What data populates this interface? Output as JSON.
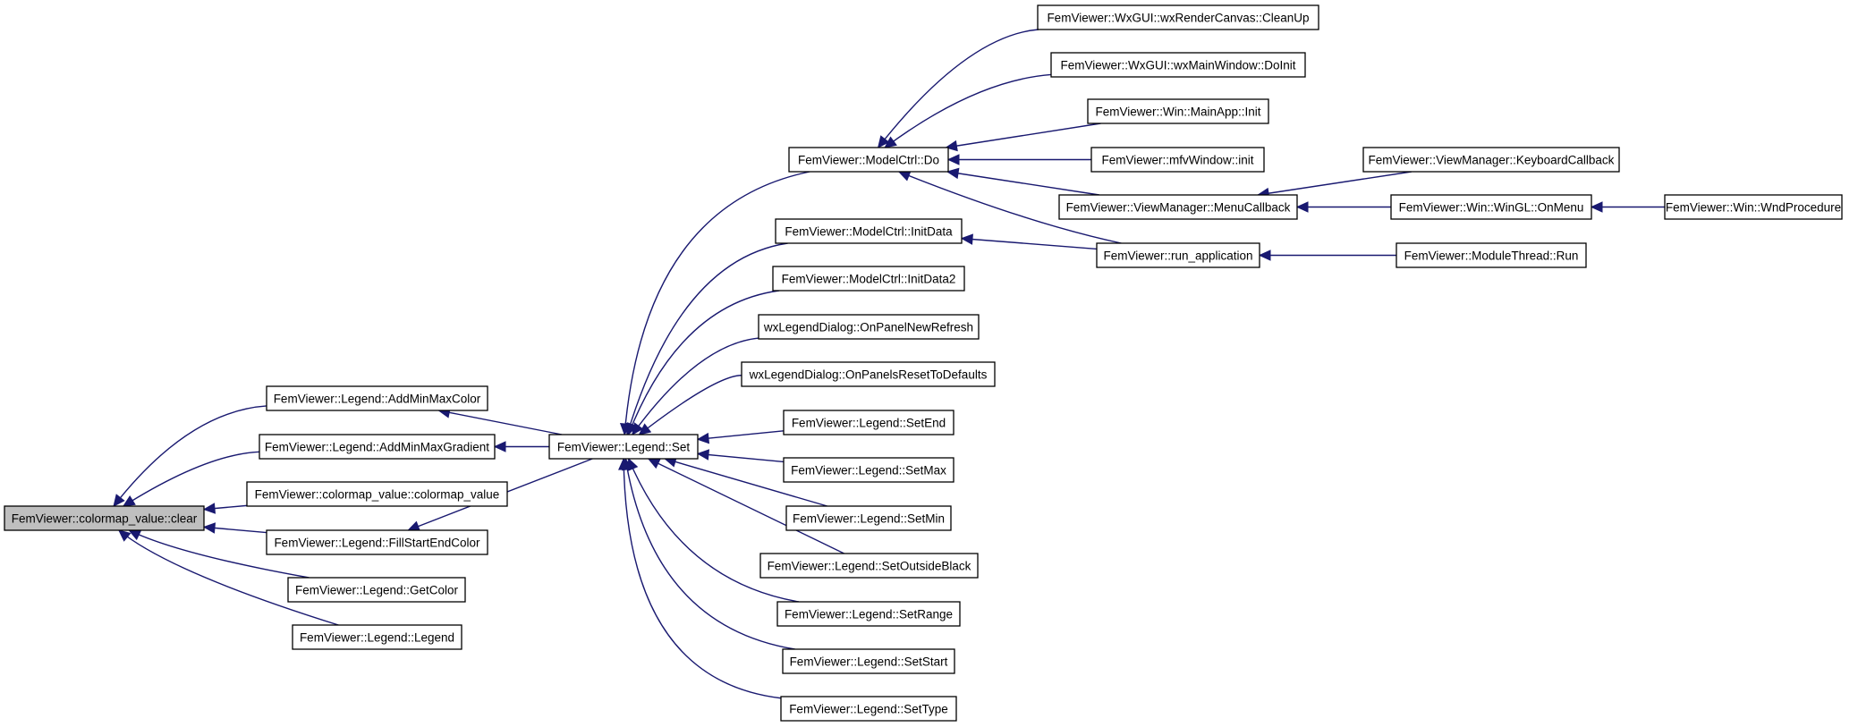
{
  "graph": {
    "colors": {
      "edge": "#191970",
      "node_border": "#000000",
      "node_fill": "#ffffff",
      "focus_fill": "#bfbfbf"
    },
    "nodes": [
      {
        "id": "clear",
        "label": "FemViewer::colormap_value::clear",
        "focus": true
      },
      {
        "id": "addminmaxcolor",
        "label": "FemViewer::Legend::AddMinMaxColor"
      },
      {
        "id": "addminmaxgradient",
        "label": "FemViewer::Legend::AddMinMaxGradient"
      },
      {
        "id": "colormap_value",
        "label": "FemViewer::colormap_value::colormap_value"
      },
      {
        "id": "fillstartendcolor",
        "label": "FemViewer::Legend::FillStartEndColor"
      },
      {
        "id": "getcolor",
        "label": "FemViewer::Legend::GetColor"
      },
      {
        "id": "legend",
        "label": "FemViewer::Legend::Legend"
      },
      {
        "id": "set",
        "label": "FemViewer::Legend::Set"
      },
      {
        "id": "modelctrl_do",
        "label": "FemViewer::ModelCtrl::Do"
      },
      {
        "id": "initdata",
        "label": "FemViewer::ModelCtrl::InitData"
      },
      {
        "id": "initdata2",
        "label": "FemViewer::ModelCtrl::InitData2"
      },
      {
        "id": "onpanelnewrefresh",
        "label": "wxLegendDialog::OnPanelNewRefresh"
      },
      {
        "id": "onpanelsreset",
        "label": "wxLegendDialog::OnPanelsResetToDefaults"
      },
      {
        "id": "setend",
        "label": "FemViewer::Legend::SetEnd"
      },
      {
        "id": "setmax",
        "label": "FemViewer::Legend::SetMax"
      },
      {
        "id": "setmin",
        "label": "FemViewer::Legend::SetMin"
      },
      {
        "id": "setoutsideblack",
        "label": "FemViewer::Legend::SetOutsideBlack"
      },
      {
        "id": "setrange",
        "label": "FemViewer::Legend::SetRange"
      },
      {
        "id": "setstart",
        "label": "FemViewer::Legend::SetStart"
      },
      {
        "id": "settype",
        "label": "FemViewer::Legend::SetType"
      },
      {
        "id": "cleanup",
        "label": "FemViewer::WxGUI::wxRenderCanvas::CleanUp"
      },
      {
        "id": "doinit",
        "label": "FemViewer::WxGUI::wxMainWindow::DoInit"
      },
      {
        "id": "mainapp_init",
        "label": "FemViewer::Win::MainApp::Init"
      },
      {
        "id": "mfvwindow_init",
        "label": "FemViewer::mfvWindow::init"
      },
      {
        "id": "menucallback",
        "label": "FemViewer::ViewManager::MenuCallback"
      },
      {
        "id": "run_application",
        "label": "FemViewer::run_application"
      },
      {
        "id": "keyboardcallback",
        "label": "FemViewer::ViewManager::KeyboardCallback"
      },
      {
        "id": "onmenu",
        "label": "FemViewer::Win::WinGL::OnMenu"
      },
      {
        "id": "wndprocedure",
        "label": "FemViewer::Win::WndProcedure"
      },
      {
        "id": "modulethread_run",
        "label": "FemViewer::ModuleThread::Run"
      }
    ],
    "edges": [
      {
        "from": "addminmaxcolor",
        "to": "clear"
      },
      {
        "from": "addminmaxgradient",
        "to": "clear"
      },
      {
        "from": "colormap_value",
        "to": "clear"
      },
      {
        "from": "fillstartendcolor",
        "to": "clear"
      },
      {
        "from": "getcolor",
        "to": "clear"
      },
      {
        "from": "legend",
        "to": "clear"
      },
      {
        "from": "set",
        "to": "addminmaxcolor"
      },
      {
        "from": "set",
        "to": "addminmaxgradient"
      },
      {
        "from": "set",
        "to": "fillstartendcolor"
      },
      {
        "from": "modelctrl_do",
        "to": "set"
      },
      {
        "from": "initdata",
        "to": "set"
      },
      {
        "from": "initdata2",
        "to": "set"
      },
      {
        "from": "onpanelnewrefresh",
        "to": "set"
      },
      {
        "from": "onpanelsreset",
        "to": "set"
      },
      {
        "from": "setend",
        "to": "set"
      },
      {
        "from": "setmax",
        "to": "set"
      },
      {
        "from": "setmin",
        "to": "set"
      },
      {
        "from": "setoutsideblack",
        "to": "set"
      },
      {
        "from": "setrange",
        "to": "set"
      },
      {
        "from": "setstart",
        "to": "set"
      },
      {
        "from": "settype",
        "to": "set"
      },
      {
        "from": "cleanup",
        "to": "modelctrl_do"
      },
      {
        "from": "doinit",
        "to": "modelctrl_do"
      },
      {
        "from": "mainapp_init",
        "to": "modelctrl_do"
      },
      {
        "from": "mfvwindow_init",
        "to": "modelctrl_do"
      },
      {
        "from": "menucallback",
        "to": "modelctrl_do"
      },
      {
        "from": "run_application",
        "to": "modelctrl_do"
      },
      {
        "from": "run_application",
        "to": "initdata"
      },
      {
        "from": "keyboardcallback",
        "to": "menucallback"
      },
      {
        "from": "onmenu",
        "to": "menucallback"
      },
      {
        "from": "wndprocedure",
        "to": "onmenu"
      },
      {
        "from": "modulethread_run",
        "to": "run_application"
      }
    ]
  }
}
